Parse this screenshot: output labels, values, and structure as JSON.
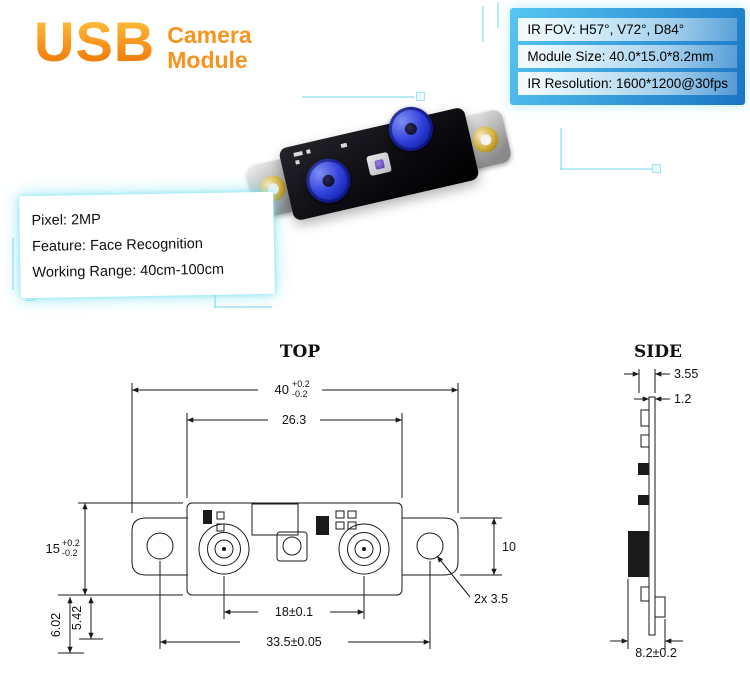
{
  "colors": {
    "brand_orange": "#F7941E",
    "panel_blue": "#1E88D2",
    "accent_cyan": "#8FE3EF",
    "lens_blue": "#2B3BD8",
    "gold_ring": "#C9A227"
  },
  "header": {
    "logo_main": "USB",
    "logo_sub_line1": "Camera",
    "logo_sub_line2": "Module"
  },
  "ir_specs": {
    "line1": "IR FOV: H57°, V72°, D84°",
    "line2": "Module Size: 40.0*15.0*8.2mm",
    "line3": "IR Resolution: 1600*1200@30fps"
  },
  "general_specs": {
    "line1": "Pixel: 2MP",
    "line2": "Feature: Face Recognition",
    "line3": "Working Range: 40cm-100cm"
  },
  "drawing": {
    "top_view_label": "TOP",
    "side_view_label": "SIDE",
    "top_dims": {
      "overall_width": "40",
      "overall_width_tol_plus": "+0.2",
      "overall_width_tol_minus": "-0.2",
      "pcb_width": "26.3",
      "overall_height": "15",
      "overall_height_tol_plus": "+0.2",
      "overall_height_tol_minus": "-0.2",
      "tab_height": "10",
      "lens_spacing": "18±0.1",
      "hole_note": "2x 3.5",
      "hole_spacing": "33.5±0.05",
      "offset_left_outer": "6.02",
      "offset_left_inner": "5.42"
    },
    "side_dims": {
      "stack_height": "3.55",
      "pcb_thickness": "1.2",
      "overall_thickness": "8.2±0.2"
    }
  }
}
